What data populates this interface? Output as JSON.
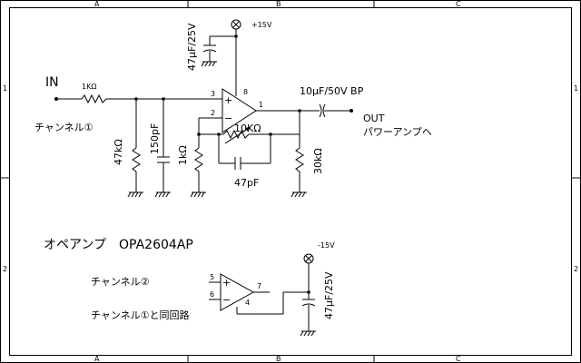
{
  "frame": {
    "col_labels": [
      "A",
      "B",
      "C"
    ],
    "row_labels": [
      "1",
      "2"
    ]
  },
  "labels": {
    "input": "IN",
    "channel1": "チャンネル①",
    "r_in": "1KΩ",
    "r_47k": "47kΩ",
    "c_150p": "150pF",
    "r_1k": "1kΩ",
    "vr_10k": "10KΩ",
    "c_47p": "47pF",
    "c_out": "10μF/50V BP",
    "out": "OUT",
    "out_to": "パワーアンプへ",
    "r_30k": "30kΩ",
    "c_bypass_top": "47μF/25V",
    "v_pos": "+15V",
    "v_neg": "-15V",
    "c_bypass_bot": "47μF/25V",
    "opamp_title": "オペアンプ　OPA2604AP",
    "channel2": "チャンネル②",
    "channel1_same": "チャンネル①と同回路"
  },
  "pins": {
    "a_plus": "3",
    "a_minus": "2",
    "a_out": "1",
    "a_vcc": "8",
    "b_plus": "5",
    "b_minus": "6",
    "b_out": "7",
    "b_vee": "4",
    "sign_plus": "+",
    "sign_minus": "−"
  }
}
